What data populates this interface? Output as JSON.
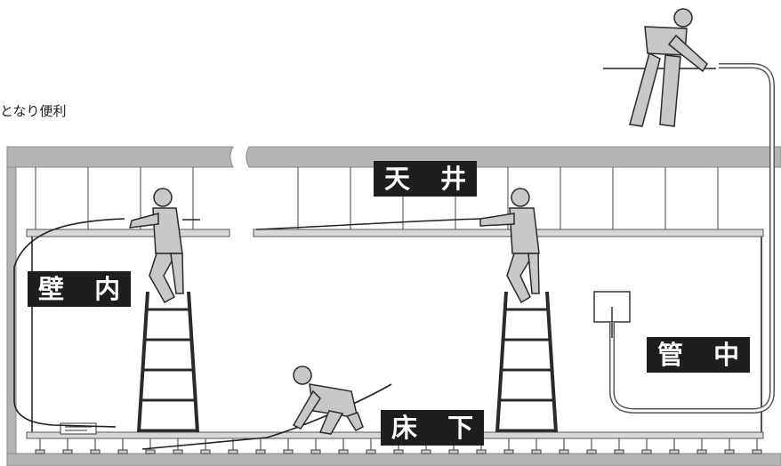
{
  "caption": "となり便利",
  "labels": {
    "ceiling": "天 井",
    "wall": "壁 内",
    "conduit": "管 中",
    "floor": "床 下"
  },
  "colors": {
    "slab": "#b4b4b4",
    "slab_edge": "#8a8a8a",
    "line": "#444444",
    "worker": "#c8c8c8",
    "worker_outline": "#2a2a2a",
    "label_bg": "#1e1e1e",
    "label_text": "#ffffff"
  }
}
